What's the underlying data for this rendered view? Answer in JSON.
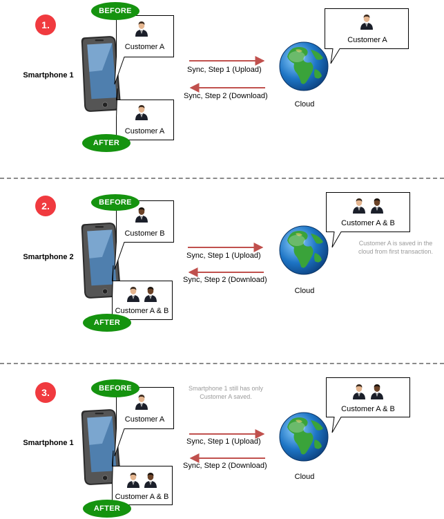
{
  "sections": [
    {
      "step": "1.",
      "phone_label": "Smartphone 1",
      "before_label": "BEFORE",
      "after_label": "AFTER",
      "before_text": "Customer A",
      "after_text": "Customer A",
      "upload_label": "Sync, Step 1 (Upload)",
      "download_label": "Sync, Step 2 (Download)",
      "cloud_label": "Cloud",
      "cloud_text": "Customer A",
      "note": ""
    },
    {
      "step": "2.",
      "phone_label": "Smartphone 2",
      "before_label": "BEFORE",
      "after_label": "AFTER",
      "before_text": "Customer B",
      "after_text": "Customer A & B",
      "upload_label": "Sync, Step 1 (Upload)",
      "download_label": "Sync, Step 2 (Download)",
      "cloud_label": "Cloud",
      "cloud_text": "Customer A & B",
      "note": "Customer A is saved in the cloud from first transaction."
    },
    {
      "step": "3.",
      "phone_label": "Smartphone 1",
      "before_label": "BEFORE",
      "after_label": "AFTER",
      "before_text": "Customer A",
      "after_text": "Customer A & B",
      "upload_label": "Sync, Step 1 (Upload)",
      "download_label": "Sync, Step 2 (Download)",
      "cloud_label": "Cloud",
      "cloud_text": "Customer A & B",
      "note": "Smartphone 1 still has only Customer A saved."
    }
  ],
  "colors": {
    "badge": "#f03a3f",
    "pill": "#15930f",
    "arrow": "#c0504d",
    "divider": "#8a8a8a",
    "note": "#9a9a9a"
  },
  "icons": [
    "person-light-icon",
    "person-dark-icon",
    "smartphone-icon",
    "globe-icon"
  ]
}
